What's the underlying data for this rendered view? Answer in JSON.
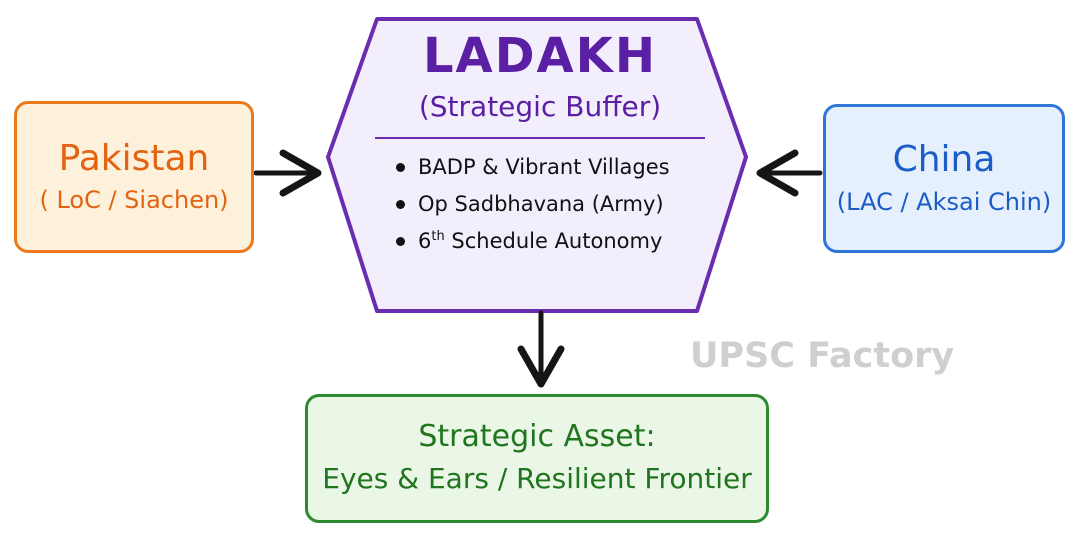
{
  "colors": {
    "pakistan": {
      "stroke": "#ec7a1c",
      "fill": "#fdf1dc",
      "text": "#e26312"
    },
    "china": {
      "stroke": "#2f76d8",
      "fill": "#e6f0fd",
      "text": "#1b5cc7"
    },
    "ladakh": {
      "stroke": "#6a2db0",
      "fill": "#f3eefb",
      "text": "#5a1fa3"
    },
    "asset": {
      "stroke": "#2e8a2e",
      "fill": "#eaf6e6",
      "text": "#20751e"
    },
    "arrow": "#151515",
    "watermark": "#cfcfcf"
  },
  "pakistan": {
    "title": "Pakistan",
    "subtitle": "( LoC / Siachen)"
  },
  "china": {
    "title": "China",
    "subtitle": "(LAC / Aksai Chin)"
  },
  "ladakh": {
    "title": "LADAKH",
    "subtitle": "(Strategic Buffer)",
    "items": [
      {
        "text": "BADP & Vibrant Villages"
      },
      {
        "text": "Op Sadbhavana (Army)"
      },
      {
        "pre": "6",
        "sup": "th",
        "post": " Schedule Autonomy"
      }
    ]
  },
  "asset": {
    "title": "Strategic Asset:",
    "subtitle": "Eyes & Ears / Resilient Frontier"
  },
  "watermark": "UPSC Factory"
}
